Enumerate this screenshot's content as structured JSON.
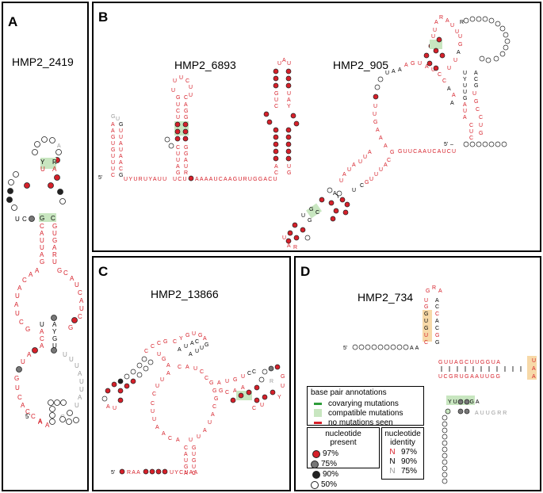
{
  "panels": {
    "a": {
      "label": "A",
      "title": "HMP2_2419",
      "five_prime": "5'"
    },
    "b": {
      "label": "B",
      "title_left": "HMP2_6893",
      "title_right": "HMP2_905",
      "five_prime": "5'",
      "linker": "UYURUYAUU",
      "linker2": "UCU",
      "linker3": "AAAAUCAAGURUGGACU",
      "loop_seq": "GUUCAAUCAUCU"
    },
    "c": {
      "label": "C",
      "title": "HMP2_13866",
      "five_prime": "5'",
      "tail": "RAA",
      "tail2": "UYCUAA"
    },
    "d": {
      "label": "D",
      "title": "HMP2_734",
      "five_prime": "5'",
      "tail": "AA",
      "stem_top": "GUUAGCUUGGUA",
      "stem_bot": "UCGRUGAAUUGG",
      "bottom_seq": "YUUAGA",
      "bottom_seq2": "AUUGRR"
    }
  },
  "legend": {
    "bp_header": "base pair annotations",
    "bp_items": [
      "covarying mutations",
      "compatible mutations",
      "no mutations seen"
    ],
    "bp_colors": [
      "#2e9d3a",
      "#a8d9a0",
      "#d6202a"
    ],
    "np_header1": "nucleotide",
    "np_header2": "present",
    "np_items": [
      "97%",
      "75%",
      "90%",
      "50%"
    ],
    "ni_header1": "nucleotide",
    "ni_header2": "identity",
    "ni_items": [
      {
        "letter": "N",
        "pct": "97%",
        "color": "#d6202a"
      },
      {
        "letter": "N",
        "pct": "90%",
        "color": "#000000"
      },
      {
        "letter": "N",
        "pct": "75%",
        "color": "#999999"
      }
    ]
  },
  "colors": {
    "red": "#d6202a",
    "dark": "#222222",
    "gray": "#777777",
    "light_gray": "#999999",
    "green_hl": "#c8e6c0",
    "orange_hl": "#f7d9a8"
  }
}
